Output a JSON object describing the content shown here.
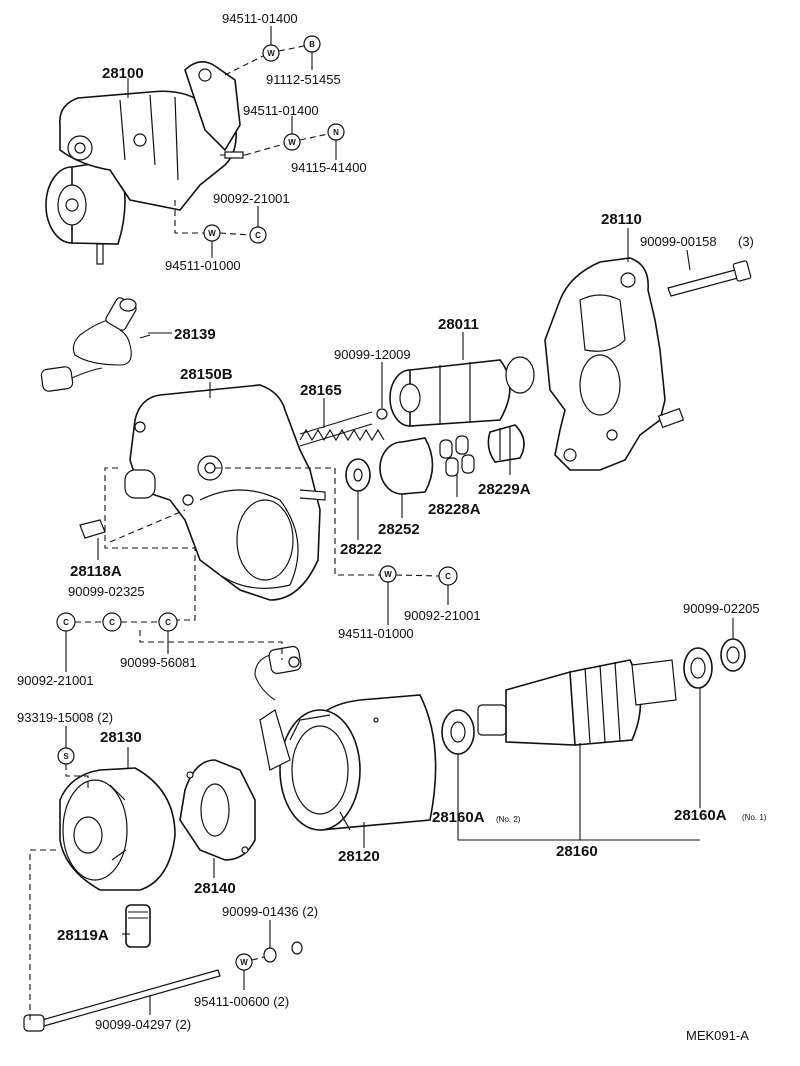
{
  "diagram_code": "MEK091-A",
  "symbols": {
    "washer": "W",
    "bolt": "B",
    "nut": "N",
    "clip": "C",
    "screw": "S"
  },
  "labels": {
    "p28100": "28100",
    "p94511_01400_a": "94511-01400",
    "p91112_51455": "91112-51455",
    "p94511_01400_b": "94511-01400",
    "p94115_41400": "94115-41400",
    "p90092_21001_a": "90092-21001",
    "p94511_01000_a": "94511-01000",
    "p28110": "28110",
    "p90099_00158": "90099-00158",
    "p90099_00158_qty": "(3)",
    "p28139": "28139",
    "p28011": "28011",
    "p90099_12009": "90099-12009",
    "p28150B": "28150B",
    "p28165": "28165",
    "p28229A": "28229A",
    "p28228A": "28228A",
    "p28252": "28252",
    "p28222": "28222",
    "p28118A": "28118A",
    "p90099_02325": "90099-02325",
    "p94511_01000_b": "94511-01000",
    "p90092_21001_b": "90092-21001",
    "p90092_21001_c": "90092-21001",
    "p90099_56081": "90099-56081",
    "p90099_02205": "90099-02205",
    "p93319_15008": "93319-15008 (2)",
    "p28130": "28130",
    "p28160A_no2": "28160A",
    "p28160A_no2_note": "(No. 2)",
    "p28160A_no1": "28160A",
    "p28160A_no1_note": "(No. 1)",
    "p28160": "28160",
    "p28120": "28120",
    "p28140": "28140",
    "p28119A": "28119A",
    "p90099_01436": "90099-01436 (2)",
    "p95411_00600": "95411-00600 (2)",
    "p90099_04297": "90099-04297 (2)"
  }
}
